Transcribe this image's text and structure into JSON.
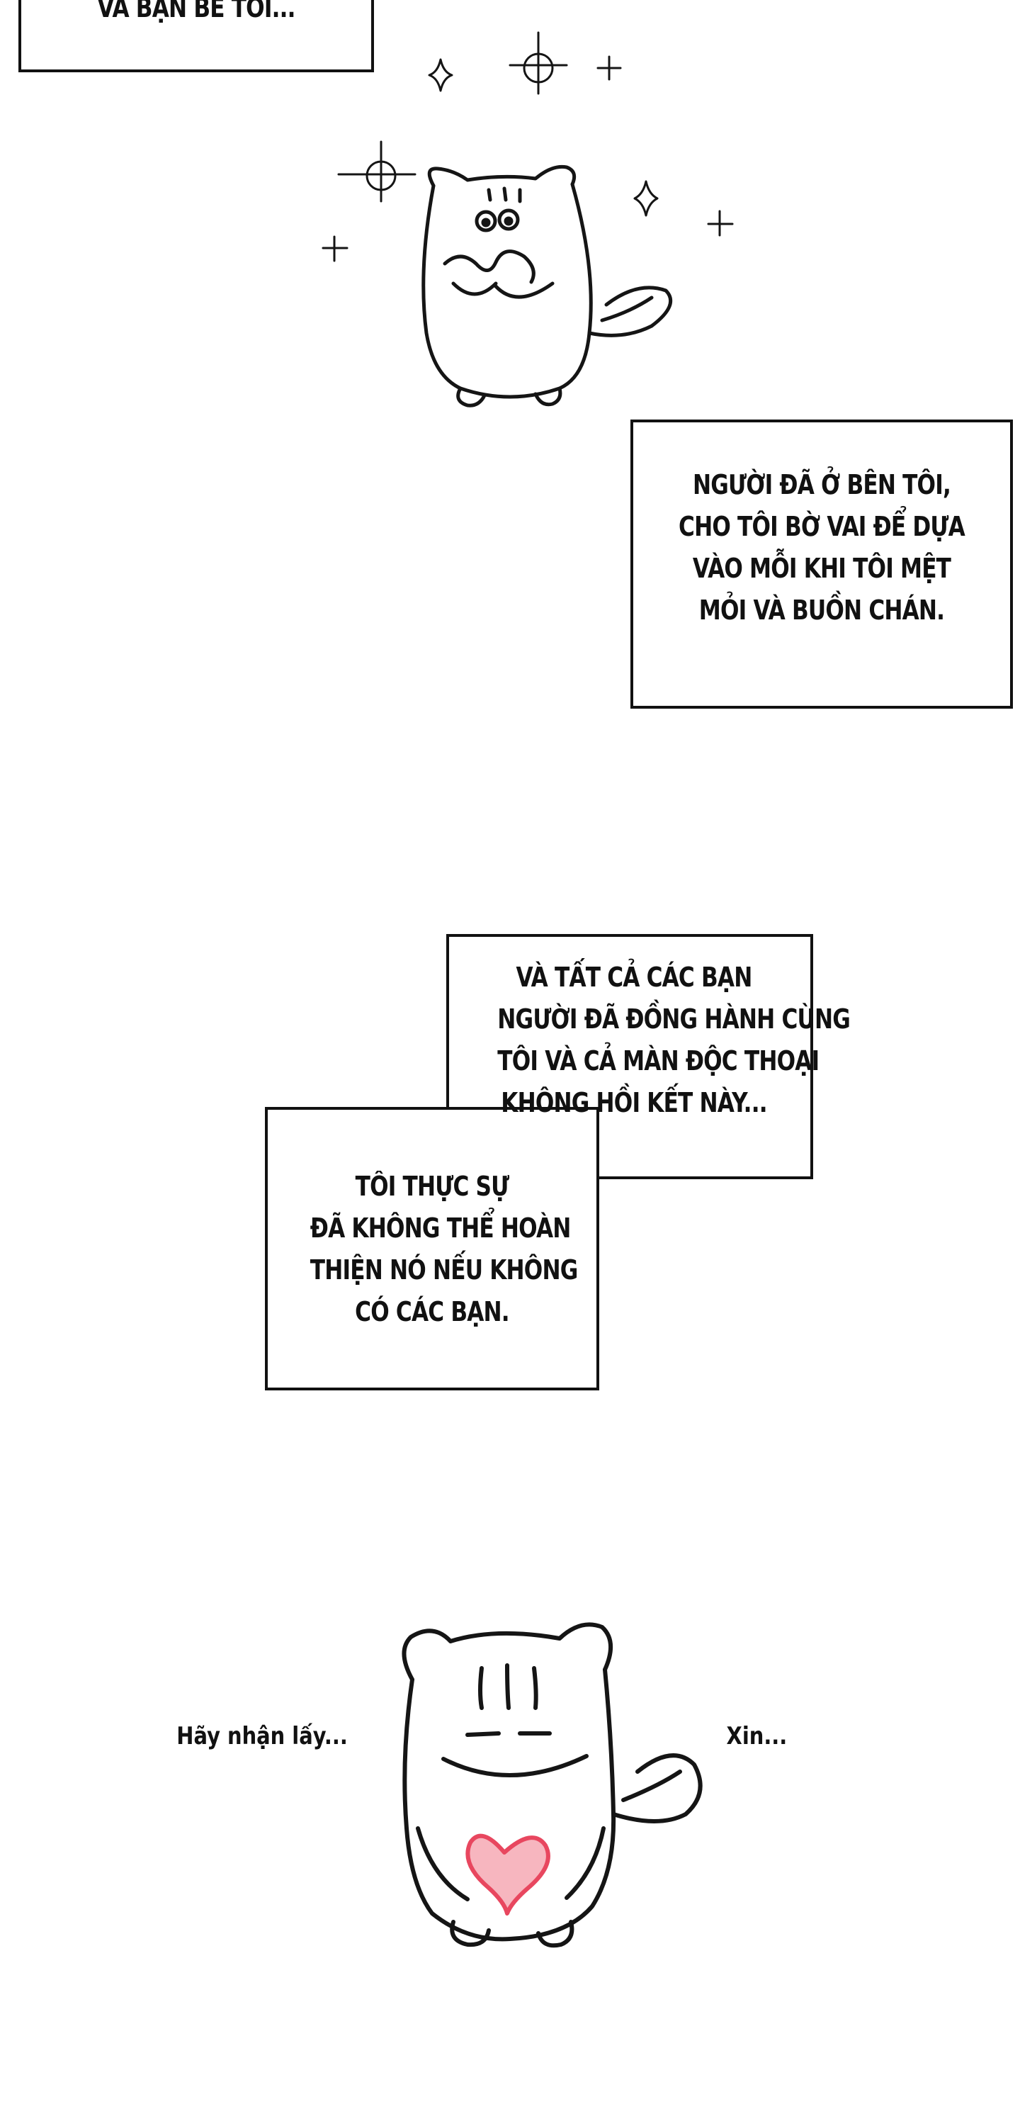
{
  "captions": {
    "top_partial": "VÀ BẠN BÈ TÔI...",
    "shoulder_lines": [
      "NGƯỜI ĐÃ Ở BÊN TÔI,",
      "CHO TÔI BỜ VAI ĐỂ DỰA",
      "VÀO MỖI KHI TÔI MỆT",
      "MỎI VÀ BUỒN CHÁN."
    ],
    "friends_lines": [
      "VÀ TẤT CẢ CÁC BẠN",
      "NGƯỜI ĐÃ ĐỒNG HÀNH CÙNG",
      "TÔI VÀ CẢ MÀN ĐỘC THOẠI",
      "KHÔNG HỒI KẾT NÀY..."
    ],
    "thanks_lines": [
      "TÔI THỰC SỰ",
      "ĐÃ KHÔNG THỂ HOÀN",
      "THIỆN NÓ NẾU KHÔNG",
      "CÓ CÁC BẠN."
    ]
  },
  "handwritten": {
    "left": "Hãy nhận lấy...",
    "right": "Xin..."
  },
  "colors": {
    "ink": "#151515",
    "heart_fill": "#f7b6bf",
    "heart_stroke": "#e8475f",
    "background": "#ffffff"
  },
  "icons": {
    "sparkles": "sparkle-icon",
    "crosshair": "crosshair-icon",
    "character_top": "chipmunk-excited-icon",
    "character_bottom": "chipmunk-heart-icon",
    "heart": "heart-icon"
  }
}
